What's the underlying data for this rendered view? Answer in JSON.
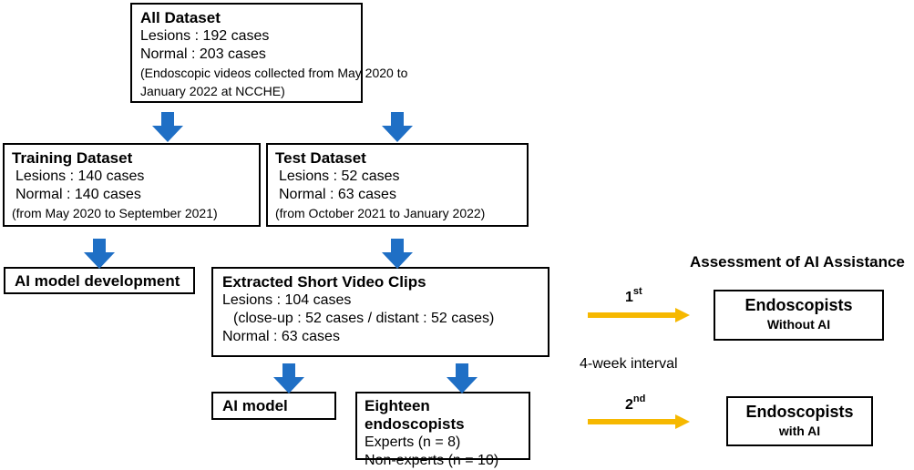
{
  "all": {
    "title": "All Dataset",
    "l1": "Lesions : 192 cases",
    "l2": "Normal : 203 cases",
    "l3": "(Endoscopic videos collected from May 2020 to",
    "l4": "January 2022 at NCCHE)"
  },
  "training": {
    "title": "Training Dataset",
    "l1": "Lesions : 140 cases",
    "l2": "Normal : 140 cases",
    "l3": "(from May 2020 to September 2021)"
  },
  "test": {
    "title": "Test Dataset",
    "l1": "Lesions : 52 cases",
    "l2": "Normal : 63 cases",
    "l3": "(from October 2021 to January 2022)"
  },
  "ai_dev": {
    "title": "AI model development"
  },
  "clips": {
    "title": "Extracted Short Video Clips",
    "l1": "Lesions : 104 cases",
    "l2": "(close-up : 52 cases / distant : 52 cases)",
    "l3": "Normal : 63 cases"
  },
  "ai_model": {
    "title": "AI model"
  },
  "eighteen": {
    "title": "Eighteen endoscopists",
    "l1": "Experts (n = 8)",
    "l2": "Non-experts (n = 10)"
  },
  "assessment": {
    "title": "Assessment of AI Assistance"
  },
  "first": {
    "num": "1",
    "sup": "st"
  },
  "second": {
    "num": "2",
    "sup": "nd"
  },
  "interval": "4-week interval",
  "endo1": {
    "title": "Endoscopists",
    "sub": "Without AI"
  },
  "endo2": {
    "title": "Endoscopists",
    "sub": "with AI"
  },
  "colors": {
    "arrow_blue": "#1f6fc5",
    "arrow_yellow": "#f6b800"
  }
}
